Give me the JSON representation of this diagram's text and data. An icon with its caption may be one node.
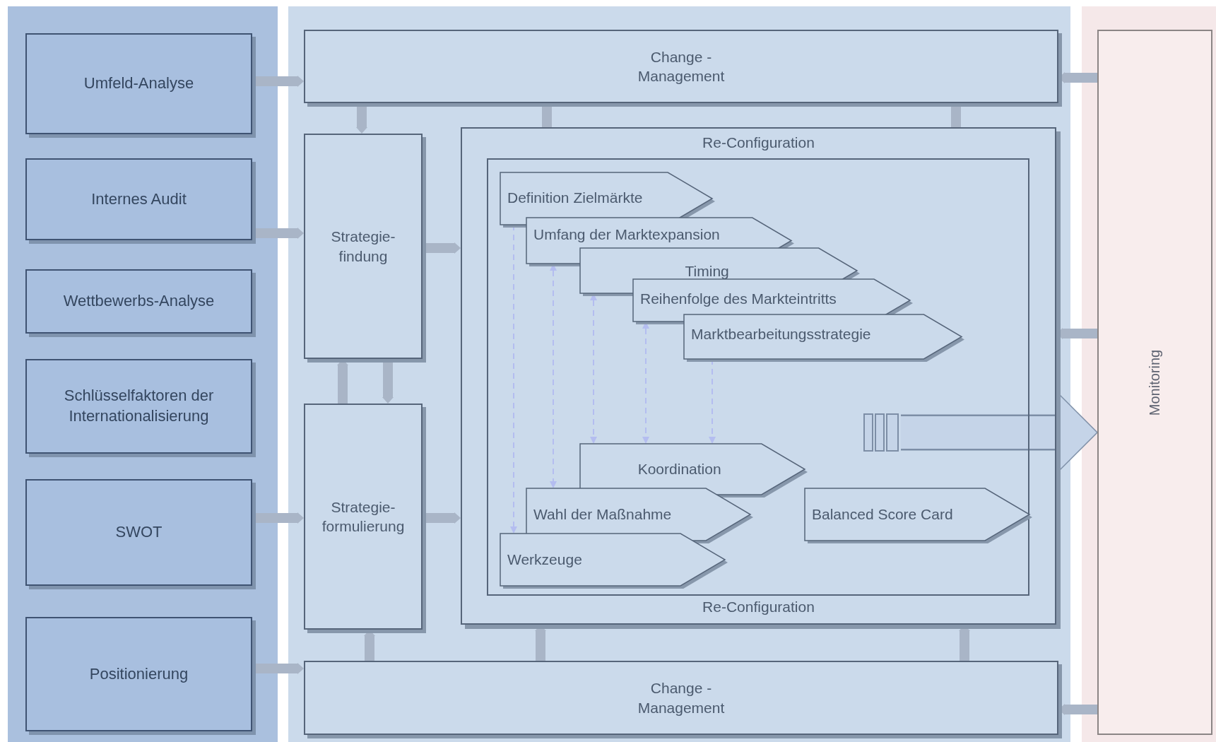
{
  "diagram": {
    "nodes": [
      {
        "text": [
          "Umfeld-Analyse"
        ]
      },
      {
        "text": [
          "Internes Audit"
        ]
      },
      {
        "text": [
          "Wettbewerbs-Analyse"
        ]
      },
      {
        "text": [
          "Schlüsselfaktoren der Internationalisierung"
        ]
      },
      {
        "text": [
          "SWOT"
        ]
      },
      {
        "text": [
          "Positionierung"
        ]
      },
      {
        "text": [
          "Change - Management"
        ]
      },
      {
        "text": [
          "Strategie- findung"
        ]
      },
      {
        "text": [
          "Strategie- formulierung"
        ]
      },
      {
        "text": [
          "Re-Configuration",
          "Re-Configuration"
        ]
      },
      {
        "text": [],
        "shape": "box",
        "in": 9
      },
      {
        "text": [
          "Definition Zielmärkte"
        ],
        "in": 10
      },
      {
        "text": [
          "Umfang der Marktexpansion"
        ],
        "in": 10
      },
      {
        "text": [
          "Timing"
        ],
        "in": 10
      },
      {
        "text": [
          "Reihenfolge des Markteintritts"
        ],
        "in": 10
      },
      {
        "text": [
          "Marktbearbeitungsstrategie"
        ],
        "in": 10
      },
      {
        "text": [
          "Koordination"
        ],
        "in": 10
      },
      {
        "text": [
          "Balanced Score Card"
        ],
        "in": 10
      },
      {
        "text": [
          "Wahl der Maßnahme"
        ],
        "in": 10
      },
      {
        "text": [
          "Werkzeuge"
        ],
        "in": 10
      },
      {
        "text": [
          "Change - Management"
        ]
      },
      {
        "text": [
          "Monitoring"
        ]
      }
    ],
    "edges": [
      {
        "from": 0,
        "to": 6,
        "arrow": "to"
      },
      {
        "from": 1,
        "to": 7,
        "arrow": "to"
      },
      {
        "from": 4,
        "to": 8,
        "arrow": "to"
      },
      {
        "from": 5,
        "to": 20,
        "arrow": "to"
      },
      {
        "from": 6,
        "to": 7,
        "arrow": "to"
      },
      {
        "from": 6,
        "to": 9,
        "arrow": "none"
      },
      {
        "from": 6,
        "to": 9,
        "arrow": "none"
      },
      {
        "from": 7,
        "to": 8,
        "arrow": "to"
      },
      {
        "from": 8,
        "to": 7,
        "arrow": "to"
      },
      {
        "from": 7,
        "to": 9,
        "arrow": "to"
      },
      {
        "from": 8,
        "to": 9,
        "arrow": "to"
      },
      {
        "from": 20,
        "to": 8,
        "arrow": "to"
      },
      {
        "from": 20,
        "to": 9,
        "arrow": "to"
      },
      {
        "from": 20,
        "to": 9,
        "arrow": "to"
      },
      {
        "from": 11,
        "to": 19,
        "arrow": "to",
        "style": "dashed",
        "color": "#b4bdf0"
      },
      {
        "from": 12,
        "to": 18,
        "arrow": "both",
        "style": "dashed",
        "color": "#b4bdf0"
      },
      {
        "from": 13,
        "to": 16,
        "arrow": "both",
        "style": "dashed",
        "color": "#b4bdf0"
      },
      {
        "from": 14,
        "to": 16,
        "arrow": "both",
        "style": "dashed",
        "color": "#b4bdf0"
      },
      {
        "from": 15,
        "to": 16,
        "arrow": "to",
        "style": "dashed",
        "color": "#b4bdf0"
      },
      {
        "from": null,
        "to": 21,
        "arrow": "to",
        "style": "thick"
      },
      {
        "from": 21,
        "to": 6,
        "arrow": "to"
      },
      {
        "from": 21,
        "to": 9,
        "arrow": "to"
      },
      {
        "from": 21,
        "to": 20,
        "arrow": "to"
      }
    ]
  }
}
